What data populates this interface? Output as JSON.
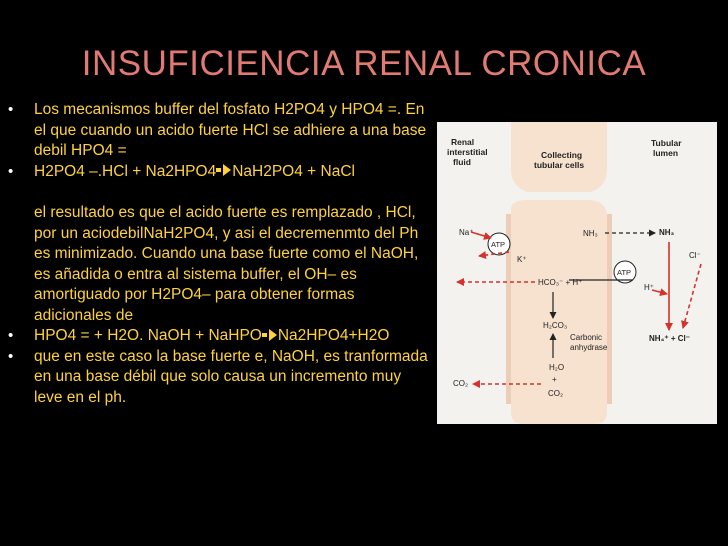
{
  "slide": {
    "title": "INSUFICIENCIA RENAL CRONICA",
    "bullets": [
      {
        "has_bullet": true,
        "text": "Los mecanismos buffer del fosfato H2PO4  y HPO4 =.   En el que cuando un acido fuerte HCl se adhiere a una base debil HPO4 ="
      },
      {
        "has_bullet": true,
        "before": "H2PO4 –.HCl + Na2HPO4",
        "after": "NaH2PO4 + NaCl"
      },
      {
        "has_bullet": false,
        "text": " el resultado es que el acido fuerte es remplazado , HCl, por un aciodebilNaH2PO4,  y asi el decremenmto del Ph es minimizado. Cuando una base fuerte  como el NaOH, es añadida o entra al sistema buffer, el OH– es amortiguado por H2PO4–  para obtener formas adicionales  de"
      },
      {
        "has_bullet": true,
        "before": "HPO4 = + H2O. NaOH + NaHPO",
        "after": "Na2HPO4+H2O"
      },
      {
        "has_bullet": true,
        "text": "que en este caso la base fuerte e, NaOH, es tranformada en una base débil  que solo causa un incremento muy leve en  el ph."
      }
    ],
    "bullet_symbol": "•"
  },
  "diagram": {
    "labels": {
      "renal_interstitial_1": "Renal",
      "renal_interstitial_2": "interstitial",
      "renal_interstitial_3": "fluid",
      "collecting_1": "Collecting",
      "collecting_2": "tubular cells",
      "tubular_1": "Tubular",
      "tubular_2": "lumen",
      "na": "Na⁺",
      "k": "K⁺",
      "atp1": "ATP",
      "atp2": "ATP",
      "nh3_cell": "NH₃",
      "nh3_lumen": "NH₃",
      "cl": "Cl⁻",
      "hco3": "HCO₃⁻ + H⁺",
      "h_lumen": "H⁺",
      "h2co3": "H₂CO₃",
      "carbonic_1": "Carbonic",
      "carbonic_2": "anhydrase",
      "h2o": "H₂O",
      "plus": "+",
      "co2_cell": "CO₂",
      "co2_left": "CO₂",
      "nh4": "NH₄⁺ + Cl⁻"
    },
    "colors": {
      "panel": "#f4f2ee",
      "cell": "#f7e2d0",
      "arrow_red": "#d4322c",
      "ink": "#222222"
    }
  }
}
